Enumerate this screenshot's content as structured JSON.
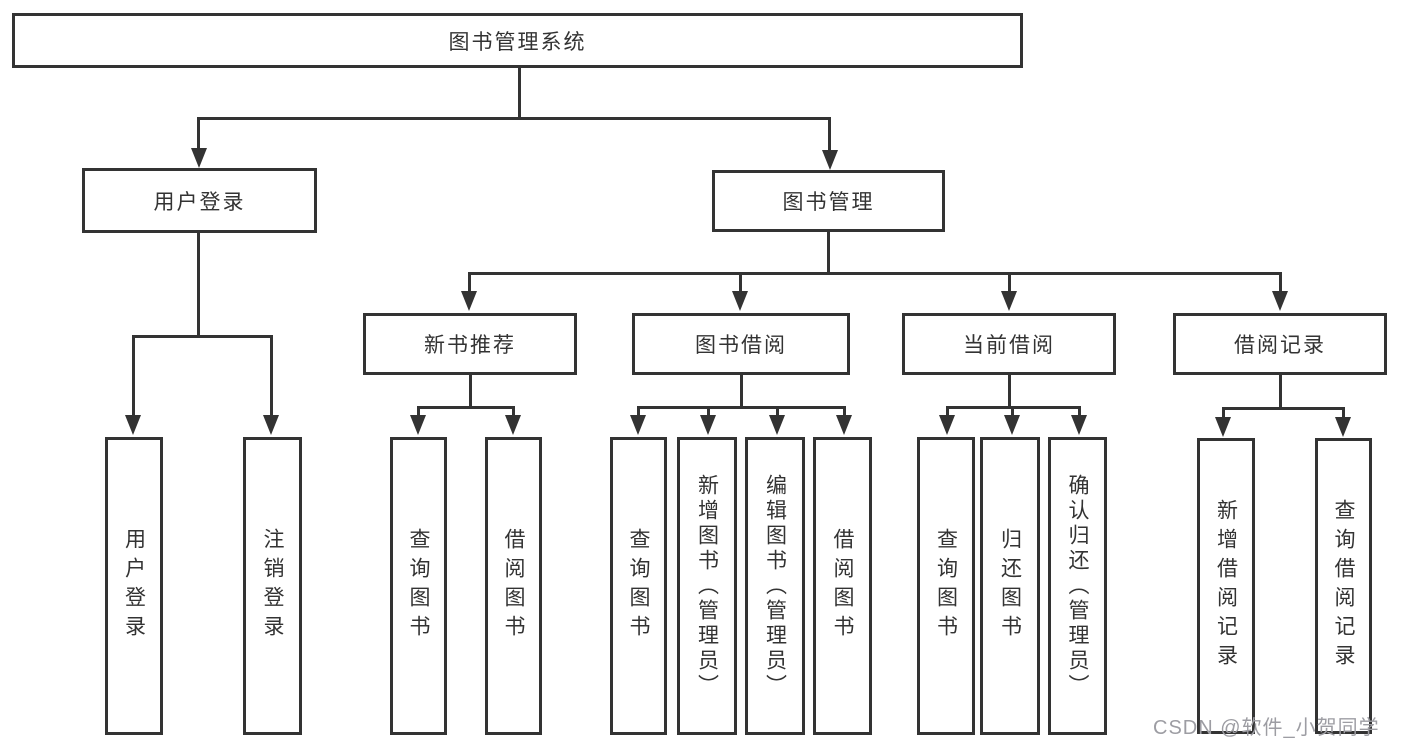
{
  "tree": {
    "root": {
      "label": "图书管理系统"
    },
    "branches": [
      {
        "label": "用户登录",
        "children": [
          {
            "label": "用户登录"
          },
          {
            "label": "注销登录"
          }
        ]
      },
      {
        "label": "图书管理",
        "children": [
          {
            "label": "新书推荐",
            "children": [
              {
                "label": "查询图书"
              },
              {
                "label": "借阅图书"
              }
            ]
          },
          {
            "label": "图书借阅",
            "children": [
              {
                "label": "查询图书"
              },
              {
                "label": "新增图书（管理员）"
              },
              {
                "label": "编辑图书（管理员）"
              },
              {
                "label": "借阅图书"
              }
            ]
          },
          {
            "label": "当前借阅",
            "children": [
              {
                "label": "查询图书"
              },
              {
                "label": "归还图书"
              },
              {
                "label": "确认归还（管理员）"
              }
            ]
          },
          {
            "label": "借阅记录",
            "children": [
              {
                "label": "新增借阅记录"
              },
              {
                "label": "查询借阅记录"
              }
            ]
          }
        ]
      }
    ]
  },
  "watermark": {
    "text": "CSDN @软件_小贺同学",
    "color": "#9d9da3"
  },
  "colors": {
    "background": "#ffffff",
    "line": "#333333",
    "box_border": "#333333",
    "text": "#333333"
  }
}
